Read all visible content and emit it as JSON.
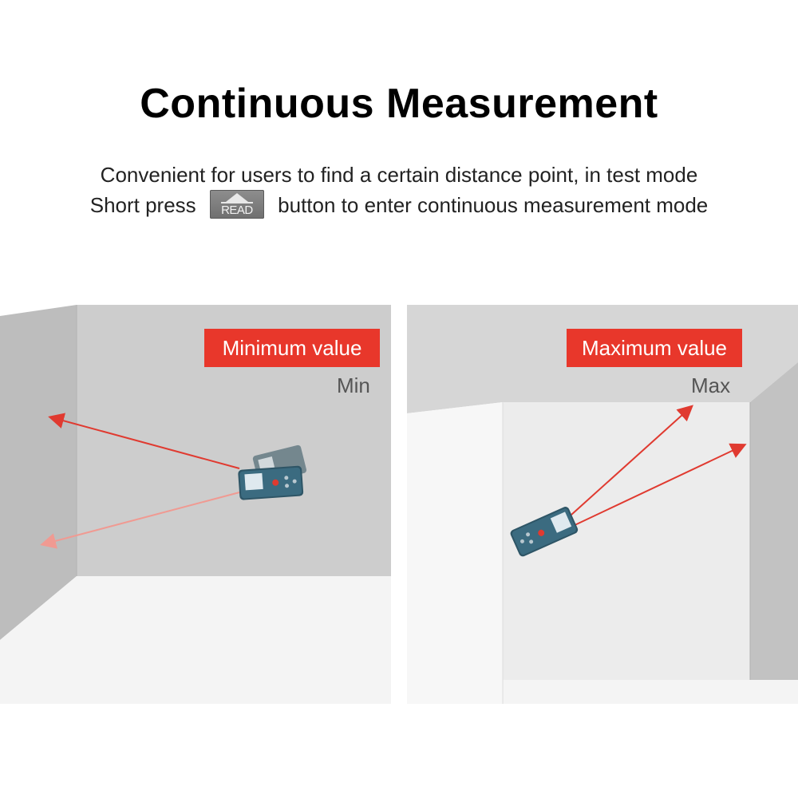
{
  "title": "Continuous Measurement",
  "description": {
    "line1": "Convenient for users to find a certain distance point, in test mode",
    "line2_before": "Short press",
    "button_label": "READ",
    "line2_after": "button to enter continuous measurement mode"
  },
  "panels": [
    {
      "label": "Minimum value",
      "sublabel": "Min"
    },
    {
      "label": "Maximum value",
      "sublabel": "Max"
    }
  ],
  "colors": {
    "accent": "#e8372b",
    "wall": "#c9c9c9",
    "floor": "#f4f4f4"
  },
  "icons": [
    "read-button-icon",
    "laser-meter-icon",
    "arrow-icon"
  ]
}
